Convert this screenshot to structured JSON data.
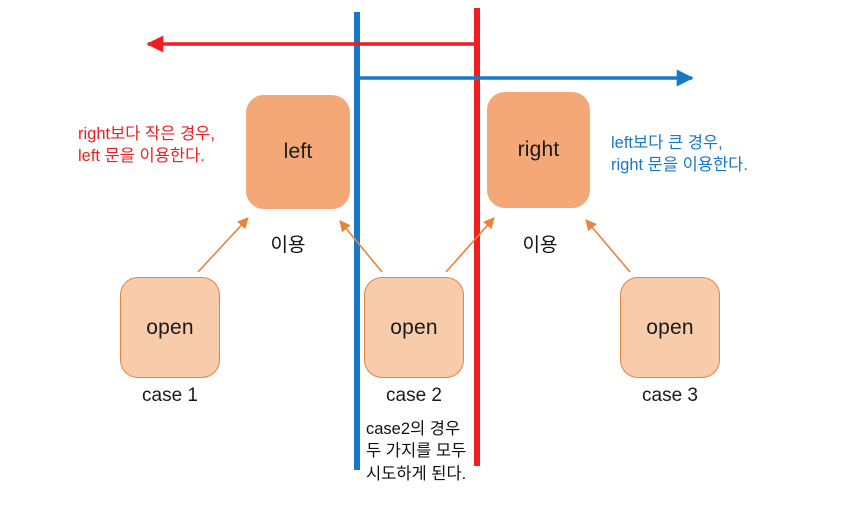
{
  "diagram": {
    "title": "binary search tree case diagram",
    "colors": {
      "node_dark": "#F4A878",
      "node_light": "#F8CBAA",
      "node_light_border": "#E8823C",
      "arrow_orange": "#E8823C",
      "axis_red": "#EF1F1F",
      "axis_blue": "#1878C8",
      "text_black": "#111111",
      "background": "#FFFFFF"
    },
    "nodes": {
      "left": {
        "label": "left",
        "kind": "dark"
      },
      "right": {
        "label": "right",
        "kind": "dark"
      },
      "open1": {
        "label": "open",
        "kind": "light"
      },
      "open2": {
        "label": "open",
        "kind": "light"
      },
      "open3": {
        "label": "open",
        "kind": "light"
      }
    },
    "captions": {
      "case1": "case 1",
      "case2": "case 2",
      "case3": "case 3"
    },
    "edge_labels": {
      "use_left": "이용",
      "use_right": "이용"
    },
    "notes": {
      "left_note_line1": "right보다 작은 경우,",
      "left_note_line2": "left 문을 이용한다.",
      "right_note_line1": "left보다 큰 경우,",
      "right_note_line2": "right 문을 이용한다.",
      "bottom_note_line1": "case2의 경우",
      "bottom_note_line2": "두 가지를 모두",
      "bottom_note_line3": "시도하게 된다."
    },
    "axes": {
      "red_horizontal_direction": "left",
      "blue_horizontal_direction": "right",
      "red_vertical": "right-boundary",
      "blue_vertical": "left-boundary"
    }
  }
}
